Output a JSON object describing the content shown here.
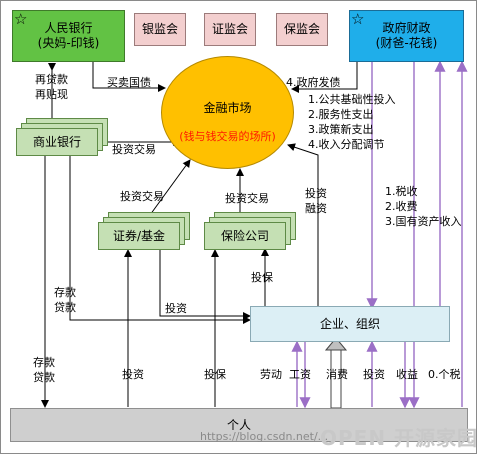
{
  "boxes": {
    "pboc": [
      "人民银行",
      "(央妈-印钱)"
    ],
    "cbrc": "银监会",
    "csrc": "证监会",
    "circ": "保监会",
    "gov": [
      "政府财政",
      "(财爸-花钱)"
    ],
    "commercial_bank": "商业银行",
    "securities": "证券/基金",
    "insurance": "保险公司",
    "enterprise": "企业、组织",
    "individual": "个人"
  },
  "star": "☆",
  "market": {
    "title": "金融市场",
    "subtitle": "(钱与钱交易的场所)"
  },
  "labels": {
    "rediscount": [
      "再贷款",
      "再贴现"
    ],
    "bonds": "买卖国债",
    "gov_issue": "4.政府发债",
    "gov_spend": [
      "1.公共基础性投入",
      "2.服务性支出",
      "3.政策新支出",
      "4.收入分配调节"
    ],
    "bank_invest": "投资交易",
    "sec_invest": "投资交易",
    "ins_invest": "投资交易",
    "ent_finance": [
      "投资",
      "融资"
    ],
    "gov_revenue": [
      "1.税收",
      "2.收费",
      "3.国有资产收入"
    ],
    "deposit_loan_1": [
      "存款",
      "贷款"
    ],
    "invest_sec_ent": "投资",
    "insure_ent": "投保",
    "deposit_loan_2": [
      "存款",
      "贷款"
    ],
    "ind_invest": "投资",
    "ind_insure": "投保",
    "labor_wage": [
      "劳动",
      "工资"
    ],
    "consume": "消费",
    "ind_invest_ent": "投资",
    "income": "收益",
    "tax": "0.个税"
  },
  "watermark": {
    "url": "https://blog.csdn.net/...",
    "brand": "OPEN 开源家园"
  }
}
